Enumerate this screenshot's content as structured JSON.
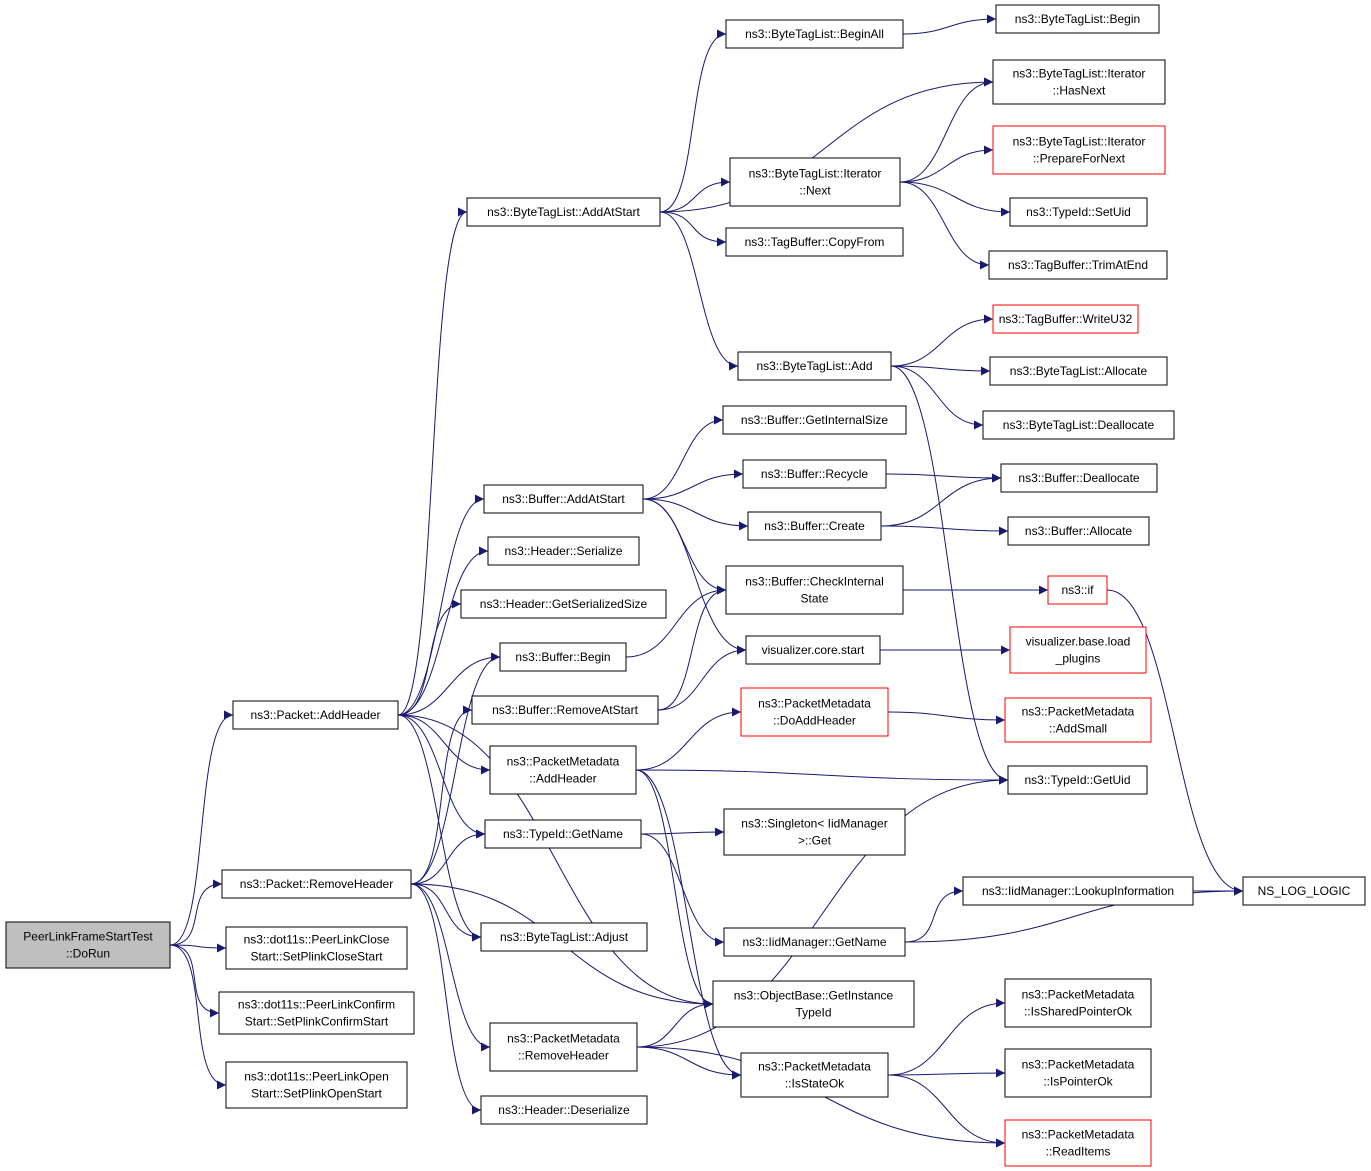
{
  "nodes": [
    {
      "id": "root",
      "lines": [
        "PeerLinkFrameStartTest",
        "::DoRun"
      ],
      "style": "root"
    },
    {
      "id": "pkt_add",
      "lines": [
        "ns3::Packet::AddHeader"
      ]
    },
    {
      "id": "pkt_rem",
      "lines": [
        "ns3::Packet::RemoveHeader"
      ]
    },
    {
      "id": "close",
      "lines": [
        "ns3::dot11s::PeerLinkClose",
        "Start::SetPlinkCloseStart"
      ]
    },
    {
      "id": "confirm",
      "lines": [
        "ns3::dot11s::PeerLinkConfirm",
        "Start::SetPlinkConfirmStart"
      ]
    },
    {
      "id": "open",
      "lines": [
        "ns3::dot11s::PeerLinkOpen",
        "Start::SetPlinkOpenStart"
      ]
    },
    {
      "id": "btl_addatstart",
      "lines": [
        "ns3::ByteTagList::AddAtStart"
      ]
    },
    {
      "id": "buf_addatstart",
      "lines": [
        "ns3::Buffer::AddAtStart"
      ]
    },
    {
      "id": "hdr_ser",
      "lines": [
        "ns3::Header::Serialize"
      ]
    },
    {
      "id": "hdr_gss",
      "lines": [
        "ns3::Header::GetSerializedSize"
      ]
    },
    {
      "id": "buf_begin",
      "lines": [
        "ns3::Buffer::Begin"
      ]
    },
    {
      "id": "buf_remove",
      "lines": [
        "ns3::Buffer::RemoveAtStart"
      ]
    },
    {
      "id": "pm_addhdr",
      "lines": [
        "ns3::PacketMetadata",
        "::AddHeader"
      ]
    },
    {
      "id": "tid_getname",
      "lines": [
        "ns3::TypeId::GetName"
      ]
    },
    {
      "id": "btl_adjust",
      "lines": [
        "ns3::ByteTagList::Adjust"
      ]
    },
    {
      "id": "pm_remhdr",
      "lines": [
        "ns3::PacketMetadata",
        "::RemoveHeader"
      ]
    },
    {
      "id": "hdr_deser",
      "lines": [
        "ns3::Header::Deserialize"
      ]
    },
    {
      "id": "btl_beginall",
      "lines": [
        "ns3::ByteTagList::BeginAll"
      ]
    },
    {
      "id": "it_next",
      "lines": [
        "ns3::ByteTagList::Iterator",
        "::Next"
      ]
    },
    {
      "id": "tb_copyfrom",
      "lines": [
        "ns3::TagBuffer::CopyFrom"
      ]
    },
    {
      "id": "btl_add",
      "lines": [
        "ns3::ByteTagList::Add"
      ]
    },
    {
      "id": "buf_gis",
      "lines": [
        "ns3::Buffer::GetInternalSize"
      ]
    },
    {
      "id": "buf_recycle",
      "lines": [
        "ns3::Buffer::Recycle"
      ]
    },
    {
      "id": "buf_create",
      "lines": [
        "ns3::Buffer::Create"
      ]
    },
    {
      "id": "buf_check",
      "lines": [
        "ns3::Buffer::CheckInternal",
        "State"
      ]
    },
    {
      "id": "vis_start",
      "lines": [
        "visualizer.core.start"
      ]
    },
    {
      "id": "pm_doadd",
      "lines": [
        "ns3::PacketMetadata",
        "::DoAddHeader"
      ],
      "style": "red"
    },
    {
      "id": "singleton",
      "lines": [
        "ns3::Singleton< IidManager",
        ">::Get"
      ]
    },
    {
      "id": "iid_getname",
      "lines": [
        "ns3::IidManager::GetName"
      ]
    },
    {
      "id": "ob_gitid",
      "lines": [
        "ns3::ObjectBase::GetInstance",
        "TypeId"
      ]
    },
    {
      "id": "pm_stateok",
      "lines": [
        "ns3::PacketMetadata",
        "::IsStateOk"
      ]
    },
    {
      "id": "btl_begin",
      "lines": [
        "ns3::ByteTagList::Begin"
      ]
    },
    {
      "id": "it_hasnext",
      "lines": [
        "ns3::ByteTagList::Iterator",
        "::HasNext"
      ]
    },
    {
      "id": "it_prepare",
      "lines": [
        "ns3::ByteTagList::Iterator",
        "::PrepareForNext"
      ],
      "style": "red"
    },
    {
      "id": "tid_setuid",
      "lines": [
        "ns3::TypeId::SetUid"
      ]
    },
    {
      "id": "tb_trim",
      "lines": [
        "ns3::TagBuffer::TrimAtEnd"
      ]
    },
    {
      "id": "tb_write",
      "lines": [
        "ns3::TagBuffer::WriteU32"
      ],
      "style": "red"
    },
    {
      "id": "btl_alloc",
      "lines": [
        "ns3::ByteTagList::Allocate"
      ]
    },
    {
      "id": "btl_dealloc",
      "lines": [
        "ns3::ByteTagList::Deallocate"
      ]
    },
    {
      "id": "buf_dealloc",
      "lines": [
        "ns3::Buffer::Deallocate"
      ]
    },
    {
      "id": "buf_alloc",
      "lines": [
        "ns3::Buffer::Allocate"
      ]
    },
    {
      "id": "ns3_if",
      "lines": [
        "ns3::if"
      ],
      "style": "red"
    },
    {
      "id": "vis_load",
      "lines": [
        "visualizer.base.load",
        "_plugins"
      ],
      "style": "red"
    },
    {
      "id": "pm_addsmall",
      "lines": [
        "ns3::PacketMetadata",
        "::AddSmall"
      ],
      "style": "red"
    },
    {
      "id": "tid_getuid",
      "lines": [
        "ns3::TypeId::GetUid"
      ]
    },
    {
      "id": "iid_lookup",
      "lines": [
        "ns3::IidManager::LookupInformation"
      ]
    },
    {
      "id": "ns_log",
      "lines": [
        "NS_LOG_LOGIC"
      ]
    },
    {
      "id": "pm_shared",
      "lines": [
        "ns3::PacketMetadata",
        "::IsSharedPointerOk"
      ]
    },
    {
      "id": "pm_ptrok",
      "lines": [
        "ns3::PacketMetadata",
        "::IsPointerOk"
      ]
    },
    {
      "id": "pm_read",
      "lines": [
        "ns3::PacketMetadata",
        "::ReadItems"
      ],
      "style": "red"
    }
  ],
  "edges": [
    [
      "root",
      "pkt_add"
    ],
    [
      "root",
      "pkt_rem"
    ],
    [
      "root",
      "close"
    ],
    [
      "root",
      "confirm"
    ],
    [
      "root",
      "open"
    ],
    [
      "pkt_add",
      "btl_addatstart"
    ],
    [
      "pkt_add",
      "buf_addatstart"
    ],
    [
      "pkt_add",
      "hdr_ser"
    ],
    [
      "pkt_add",
      "hdr_gss"
    ],
    [
      "pkt_add",
      "buf_begin"
    ],
    [
      "pkt_add",
      "pm_addhdr"
    ],
    [
      "pkt_add",
      "tid_getname"
    ],
    [
      "pkt_add",
      "btl_adjust"
    ],
    [
      "pkt_add",
      "ob_gitid"
    ],
    [
      "pkt_rem",
      "buf_begin"
    ],
    [
      "pkt_rem",
      "buf_remove"
    ],
    [
      "pkt_rem",
      "tid_getname"
    ],
    [
      "pkt_rem",
      "btl_adjust"
    ],
    [
      "pkt_rem",
      "pm_remhdr"
    ],
    [
      "pkt_rem",
      "hdr_deser"
    ],
    [
      "pkt_rem",
      "ob_gitid"
    ],
    [
      "btl_addatstart",
      "btl_beginall"
    ],
    [
      "btl_addatstart",
      "it_hasnext"
    ],
    [
      "btl_addatstart",
      "it_next"
    ],
    [
      "btl_addatstart",
      "tb_copyfrom"
    ],
    [
      "btl_addatstart",
      "btl_add"
    ],
    [
      "btl_beginall",
      "btl_begin"
    ],
    [
      "it_next",
      "it_hasnext"
    ],
    [
      "it_next",
      "it_prepare"
    ],
    [
      "it_next",
      "tid_setuid"
    ],
    [
      "it_next",
      "tb_trim"
    ],
    [
      "btl_add",
      "tb_write"
    ],
    [
      "btl_add",
      "btl_alloc"
    ],
    [
      "btl_add",
      "btl_dealloc"
    ],
    [
      "btl_add",
      "tid_getuid"
    ],
    [
      "buf_addatstart",
      "buf_gis"
    ],
    [
      "buf_addatstart",
      "buf_recycle"
    ],
    [
      "buf_addatstart",
      "buf_create"
    ],
    [
      "buf_addatstart",
      "buf_check"
    ],
    [
      "buf_addatstart",
      "vis_start"
    ],
    [
      "buf_recycle",
      "buf_dealloc"
    ],
    [
      "buf_create",
      "buf_dealloc"
    ],
    [
      "buf_create",
      "buf_alloc"
    ],
    [
      "buf_begin",
      "buf_check"
    ],
    [
      "buf_remove",
      "buf_check"
    ],
    [
      "buf_remove",
      "vis_start"
    ],
    [
      "buf_check",
      "ns3_if"
    ],
    [
      "ns3_if",
      "ns_log"
    ],
    [
      "vis_start",
      "vis_load"
    ],
    [
      "pm_addhdr",
      "pm_doadd"
    ],
    [
      "pm_addhdr",
      "tid_getuid"
    ],
    [
      "pm_addhdr",
      "ob_gitid"
    ],
    [
      "pm_addhdr",
      "pm_stateok"
    ],
    [
      "pm_doadd",
      "pm_addsmall"
    ],
    [
      "tid_getname",
      "singleton"
    ],
    [
      "tid_getname",
      "iid_getname"
    ],
    [
      "iid_getname",
      "iid_lookup"
    ],
    [
      "iid_getname",
      "ns_log"
    ],
    [
      "iid_lookup",
      "ns_log"
    ],
    [
      "pm_remhdr",
      "ob_gitid"
    ],
    [
      "pm_remhdr",
      "pm_stateok"
    ],
    [
      "pm_remhdr",
      "pm_read"
    ],
    [
      "pm_remhdr",
      "tid_getuid"
    ],
    [
      "pm_stateok",
      "pm_shared"
    ],
    [
      "pm_stateok",
      "pm_ptrok"
    ],
    [
      "pm_stateok",
      "pm_read"
    ]
  ]
}
